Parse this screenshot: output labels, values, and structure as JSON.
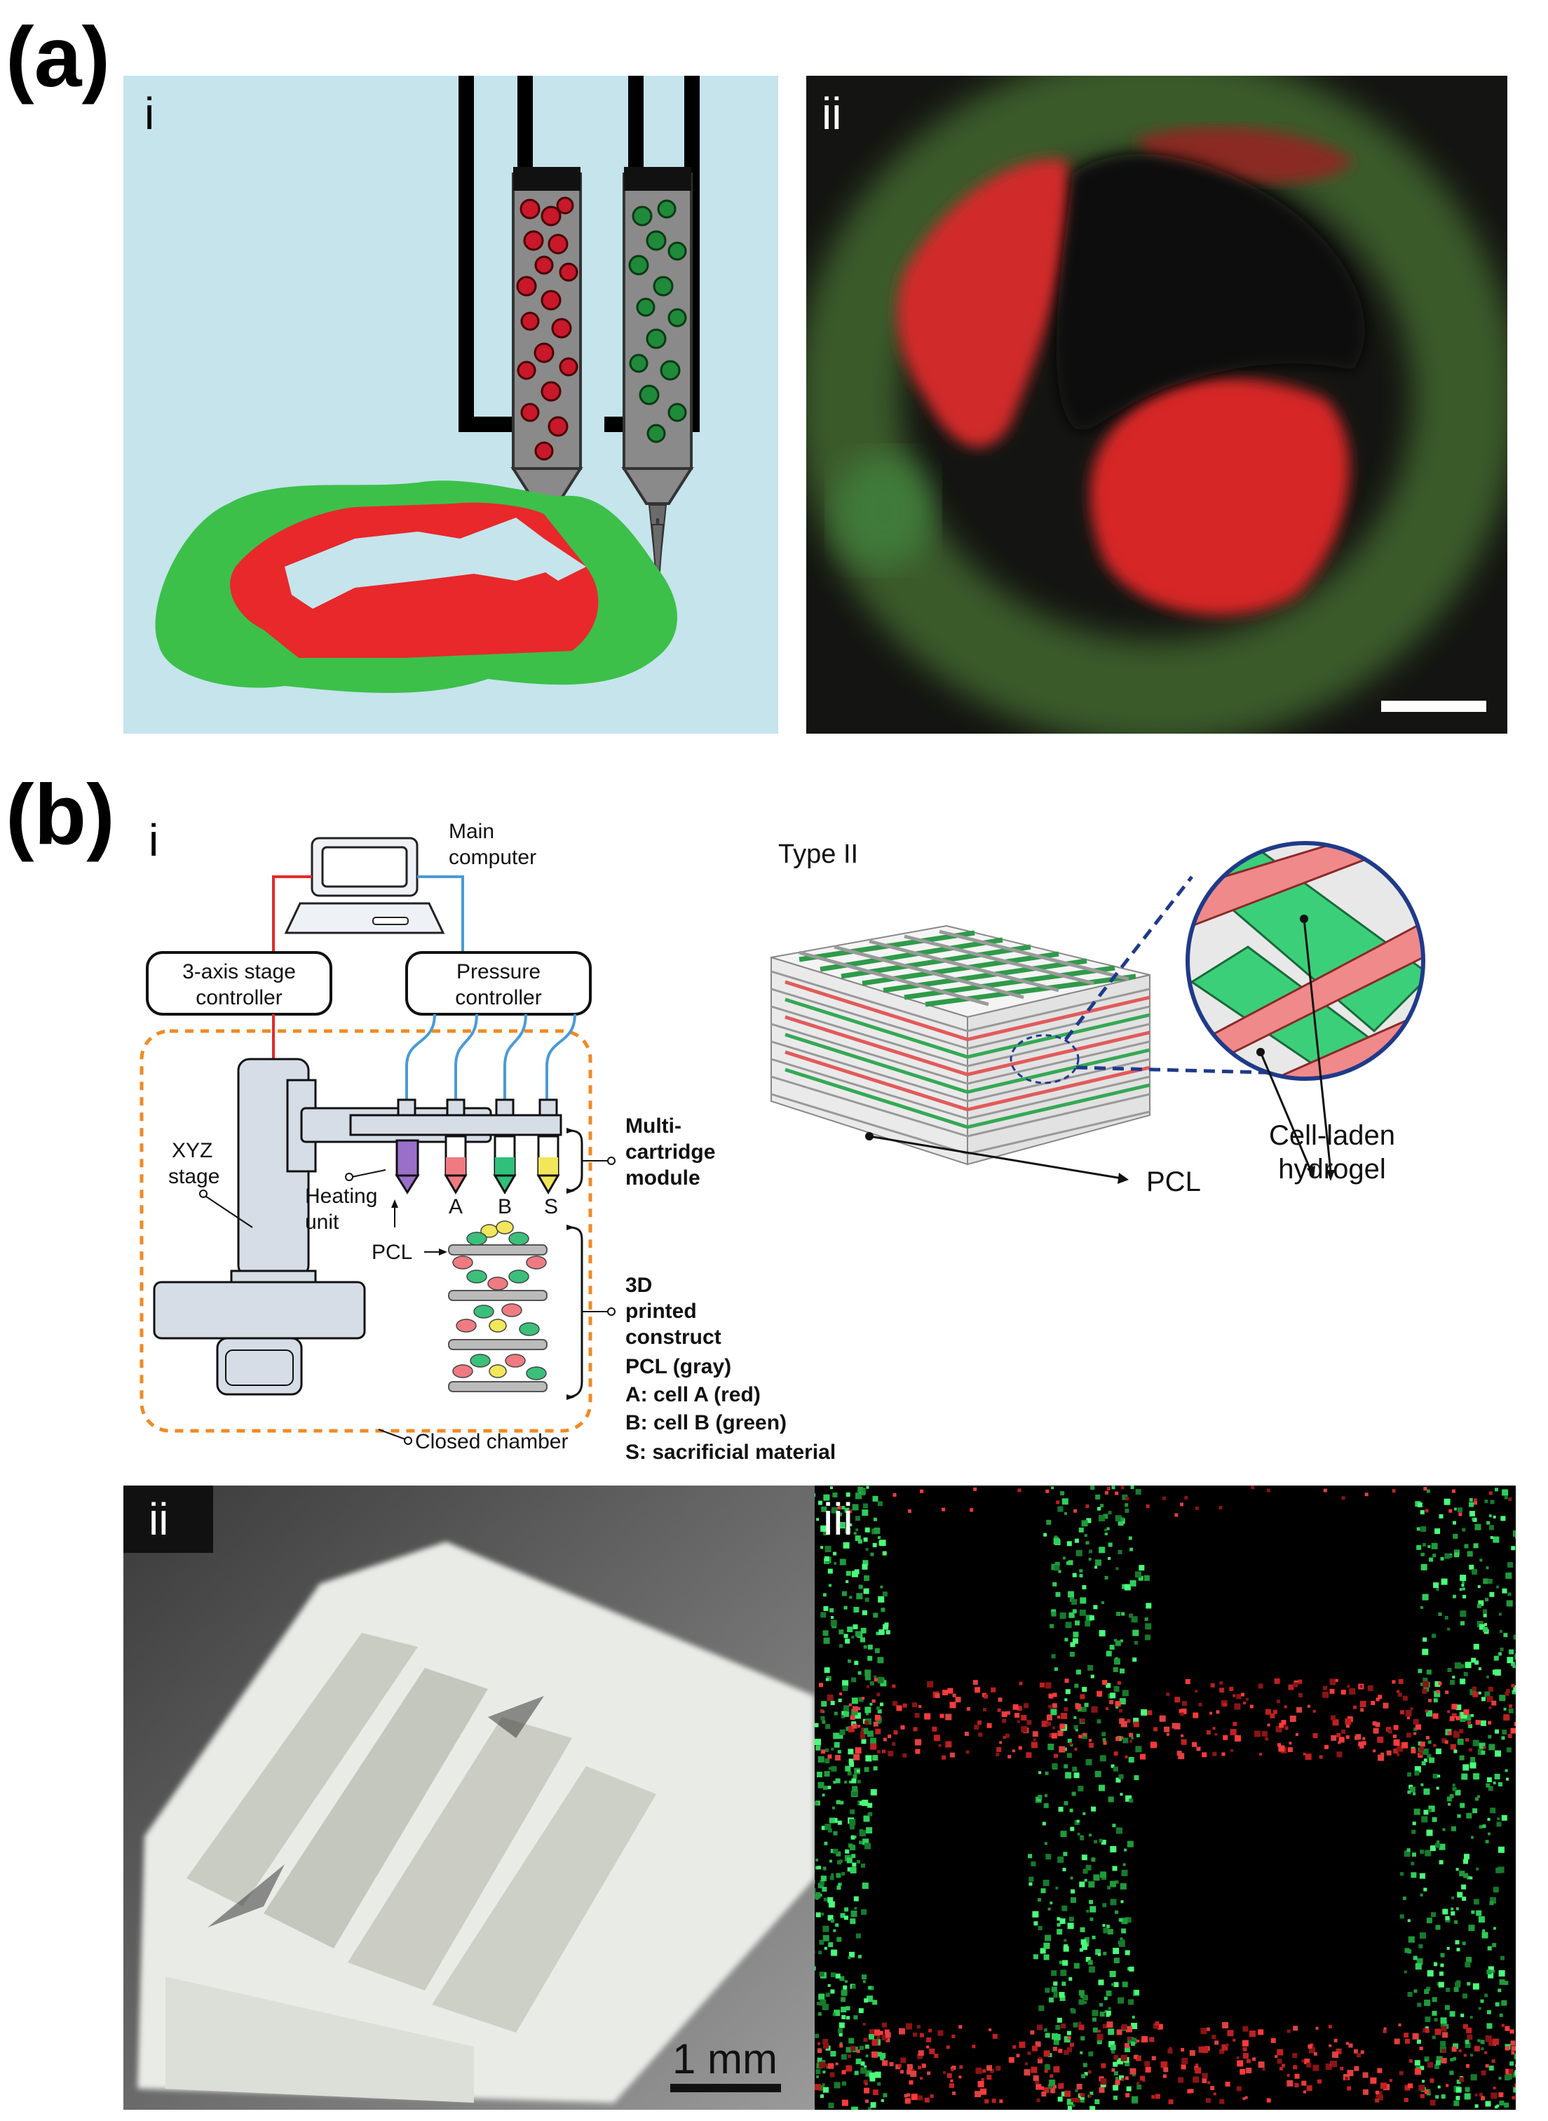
{
  "figure": {
    "panel_a": {
      "label": "(a)",
      "sub_i": "i",
      "sub_ii": "ii"
    },
    "panel_b": {
      "label": "(b)",
      "sub_i": "i",
      "sub_ii": "ii",
      "sub_iii": "iii",
      "schematic": {
        "main_computer": [
          "Main",
          "computer"
        ],
        "stage_controller": [
          "3-axis stage",
          "controller"
        ],
        "pressure_controller": [
          "Pressure",
          "controller"
        ],
        "xyz_stage": [
          "XYZ",
          "stage"
        ],
        "heating_unit": [
          "Heating",
          "unit"
        ],
        "pcl_arrow": "PCL",
        "cartridges": [
          "A",
          "B",
          "S"
        ],
        "multi_cartridge": [
          "Multi-",
          "cartridge",
          "module"
        ],
        "printed_construct": [
          "3D",
          "printed",
          "construct"
        ],
        "legend": [
          "PCL (gray)",
          "A: cell A (red)",
          "B: cell B (green)",
          "S: sacrificial material"
        ],
        "closed_chamber": "Closed chamber"
      },
      "scaffold": {
        "title": "Type II",
        "pcl_label": "PCL",
        "hydrogel_label": [
          "Cell-laden",
          "hydrogel"
        ]
      },
      "scale_bar_text": "1 mm"
    },
    "colors": {
      "cell_red": "#e8282a",
      "cell_green": "#3cc04a",
      "chamber_orange": "#f08a24",
      "bg_light_blue": "#c5e4ec"
    }
  }
}
